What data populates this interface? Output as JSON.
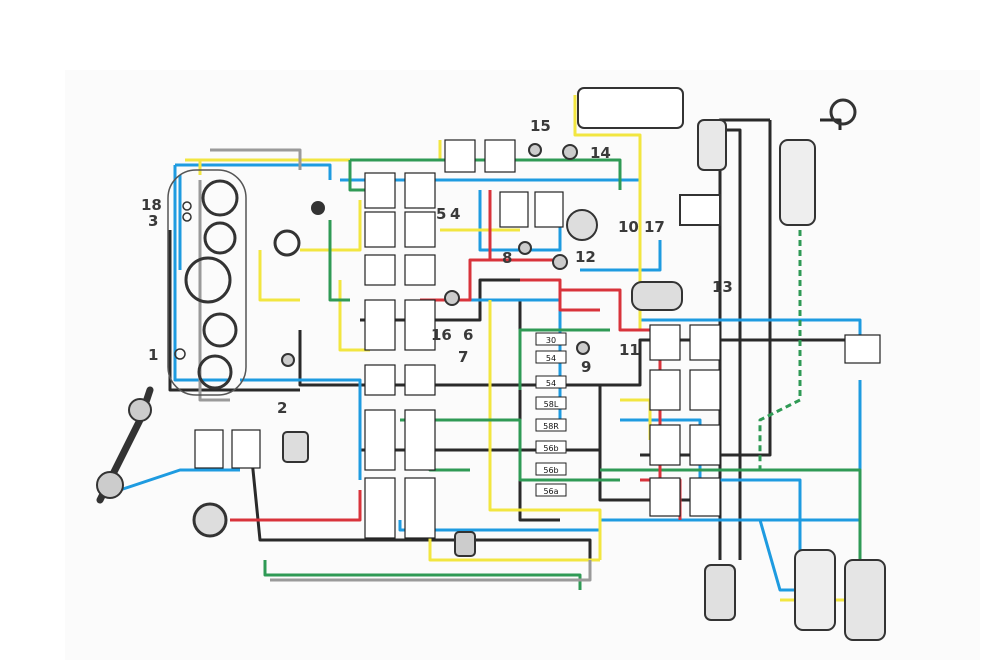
{
  "diagram": {
    "type": "wiring-schematic",
    "component_numbers": [
      "1",
      "2",
      "3",
      "4",
      "5",
      "6",
      "7",
      "8",
      "9",
      "10",
      "11",
      "12",
      "13",
      "14",
      "15",
      "16",
      "17",
      "18"
    ],
    "fuse_labels": [
      "30",
      "54",
      "54",
      "58L",
      "58R",
      "56b",
      "56b",
      "56a"
    ],
    "colors": {
      "blue": "#1e9be0",
      "yellow": "#f2e640",
      "green": "#2f9a55",
      "red": "#d8333b",
      "black": "#2a2a2a",
      "gray": "#9a9a9a",
      "paper": "#fbfbfb"
    }
  }
}
